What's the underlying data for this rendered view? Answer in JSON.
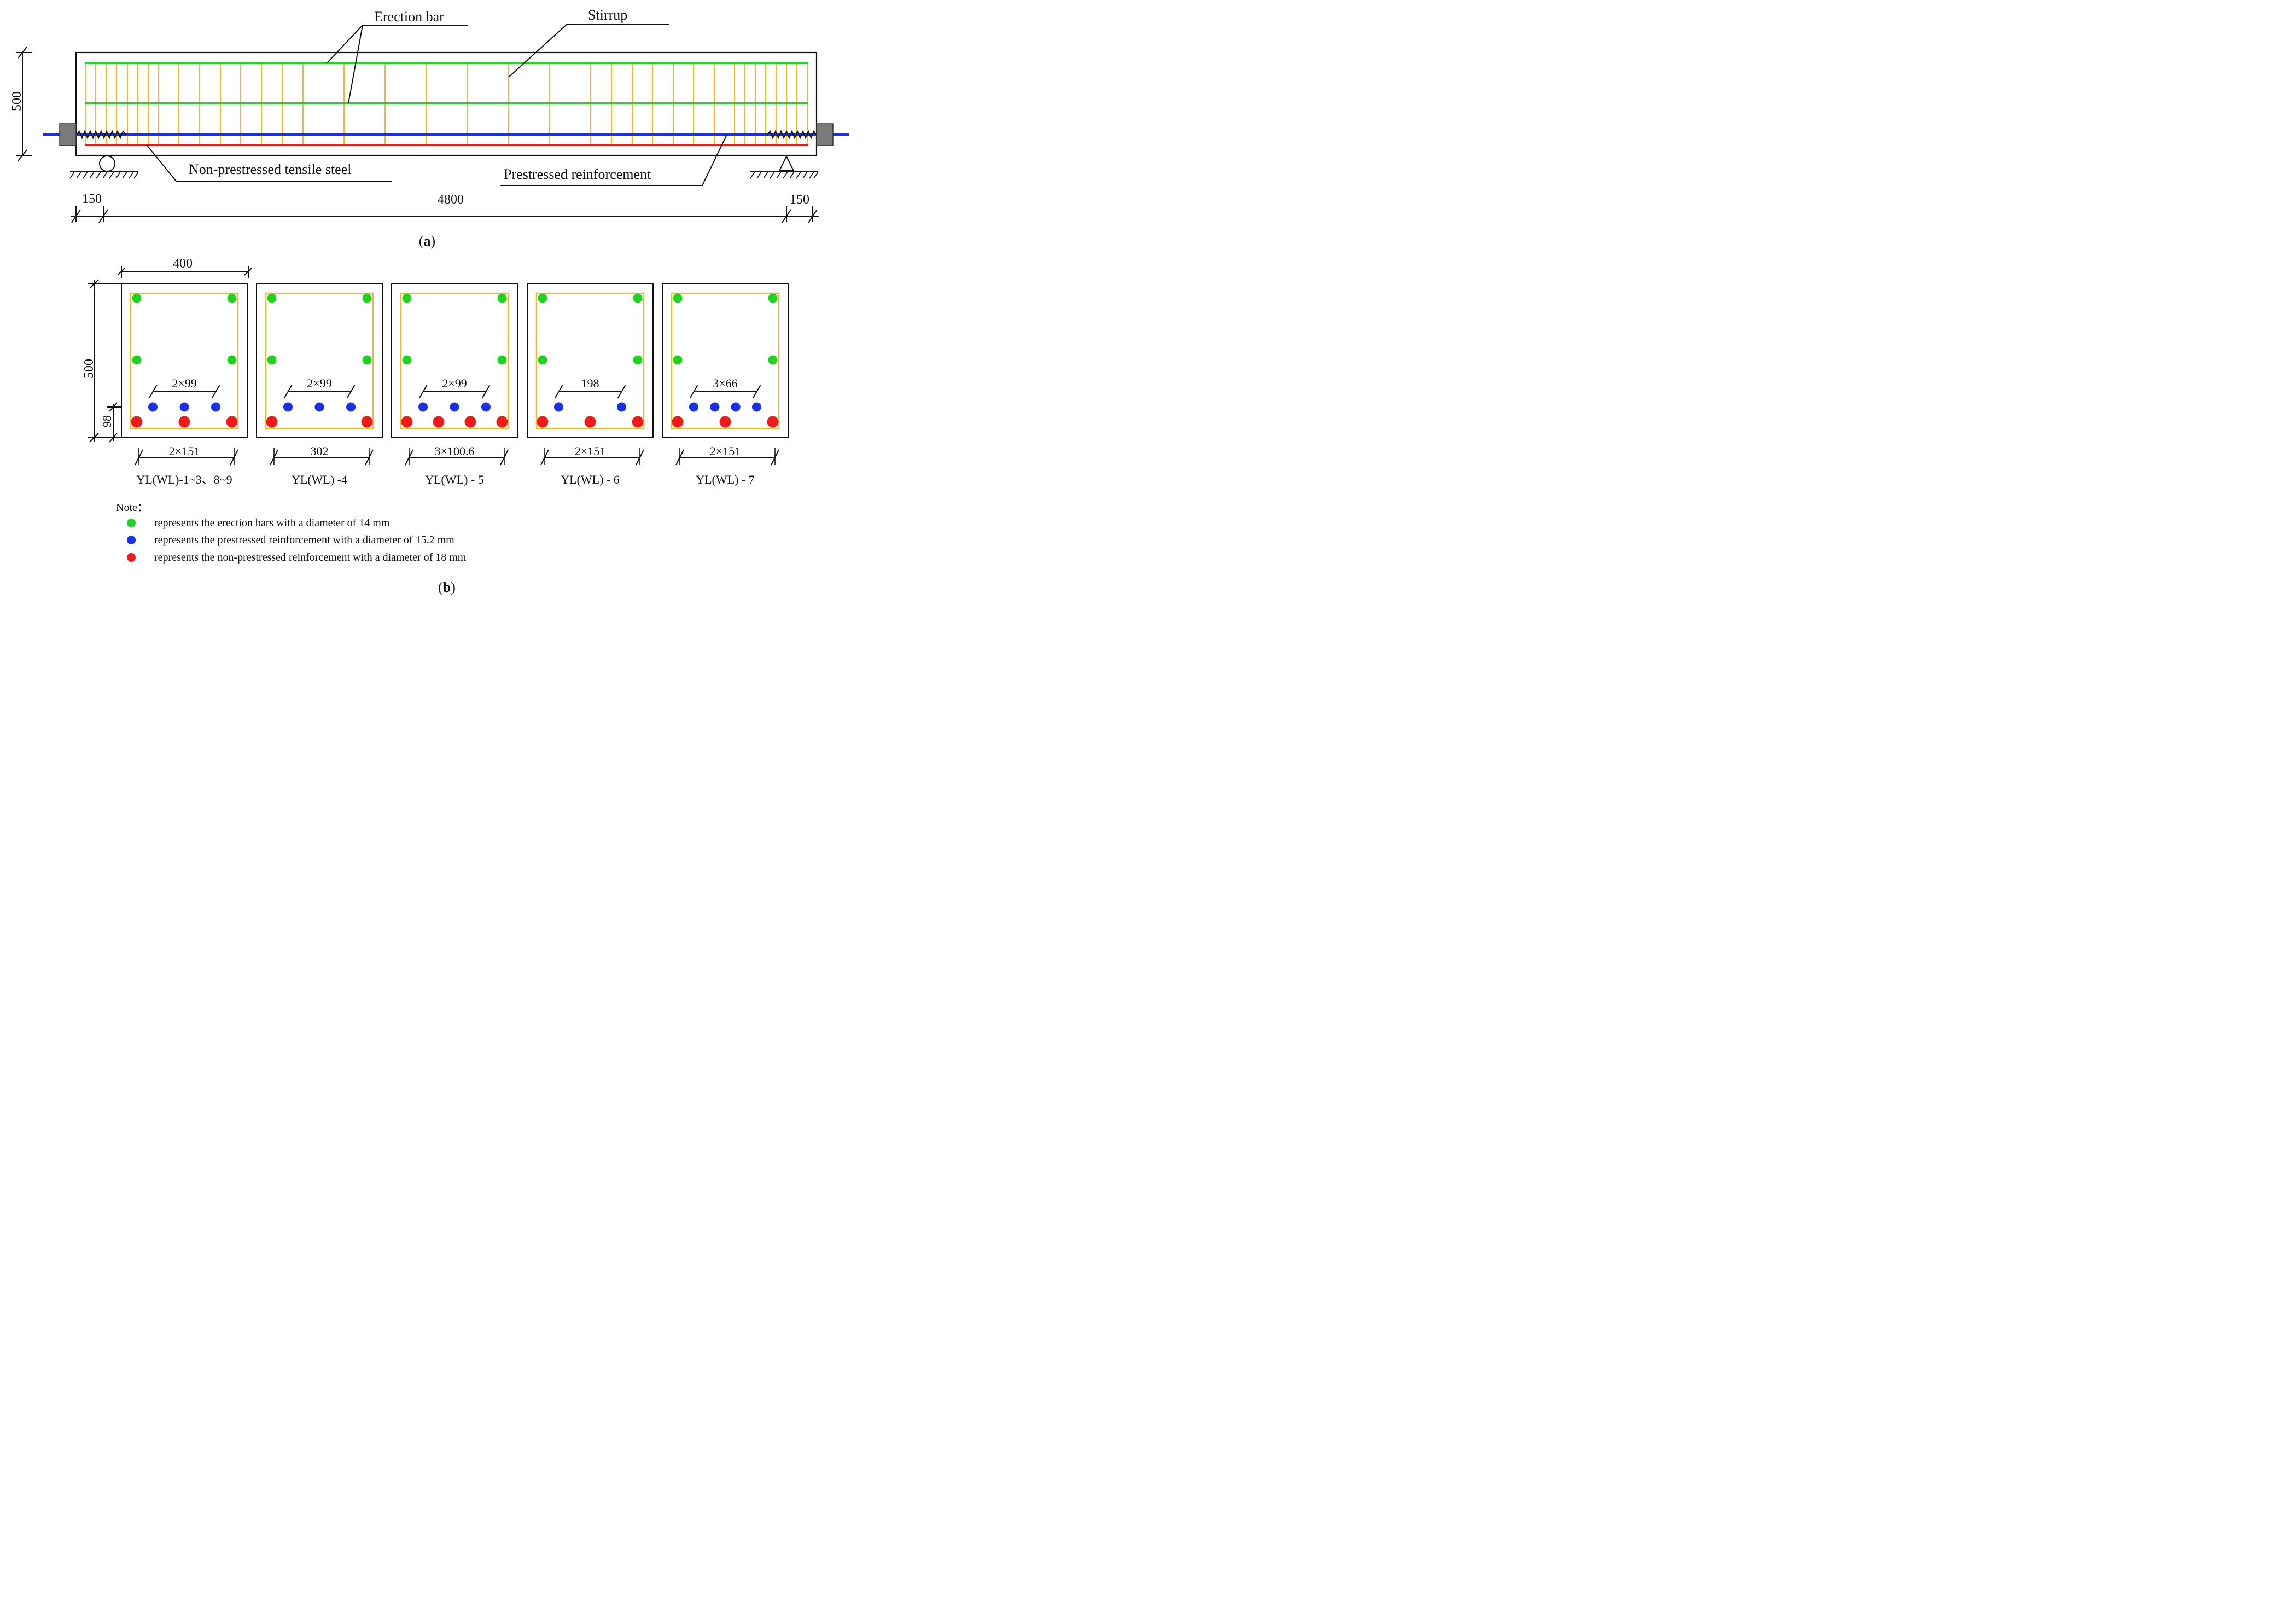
{
  "colors": {
    "erection_bar": "#21d321",
    "stirrup": "#f5b82a",
    "prestressed": "#1a32e6",
    "non_prestressed": "#ef1a1a",
    "anchor": "#7a7a7a",
    "outline": "#111111"
  },
  "elevation": {
    "labels": {
      "erection_bar": "Erection bar",
      "stirrup": "Stirrup",
      "non_prestressed": "Non-prestressed tensile steel",
      "prestressed": "Prestressed reinforcement"
    },
    "dims": {
      "height": "500",
      "left_overhang": "150",
      "span": "4800",
      "right_overhang": "150"
    },
    "caption_open": "(",
    "caption_letter": "a",
    "caption_close": ")"
  },
  "sections": {
    "width_dim": "400",
    "height_dim": "500",
    "cover_dim": "98",
    "items": [
      {
        "spacing_label": "2×99",
        "bottom_label": "2×151",
        "name": "YL(WL)-1~3、8~9"
      },
      {
        "spacing_label": "2×99",
        "bottom_label": "302",
        "name": "YL(WL) -4"
      },
      {
        "spacing_label": "2×99",
        "bottom_label": "3×100.6",
        "name": "YL(WL) - 5"
      },
      {
        "spacing_label": "198",
        "bottom_label": "2×151",
        "name": "YL(WL) - 6"
      },
      {
        "spacing_label": "3×66",
        "bottom_label": "2×151",
        "name": "YL(WL) - 7"
      }
    ],
    "caption_open": "(",
    "caption_letter": "b",
    "caption_close": ")"
  },
  "note": {
    "title": "Note：",
    "items": [
      {
        "color": "#21d321",
        "text": "represents the erection bars with a diameter of 14 mm"
      },
      {
        "color": "#1a32e6",
        "text": "represents the prestressed reinforcement with a diameter of  15.2 mm"
      },
      {
        "color": "#ef1a1a",
        "text": "represents the non-prestressed reinforcement with a diameter of  18 mm"
      }
    ]
  }
}
